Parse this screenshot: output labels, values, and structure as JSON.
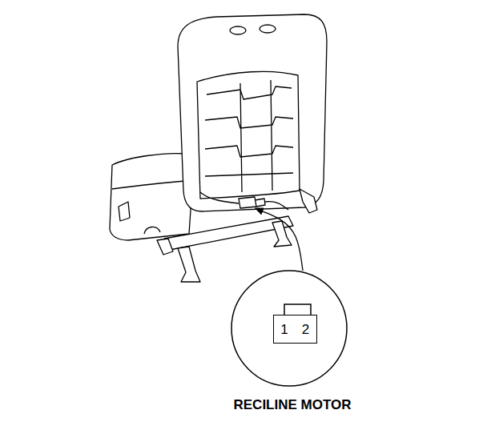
{
  "diagram": {
    "nodes": [
      {
        "text": [
          "1"
        ]
      },
      {
        "text": [
          "2"
        ]
      }
    ],
    "labels": [
      "RECILINE MOTOR"
    ]
  }
}
